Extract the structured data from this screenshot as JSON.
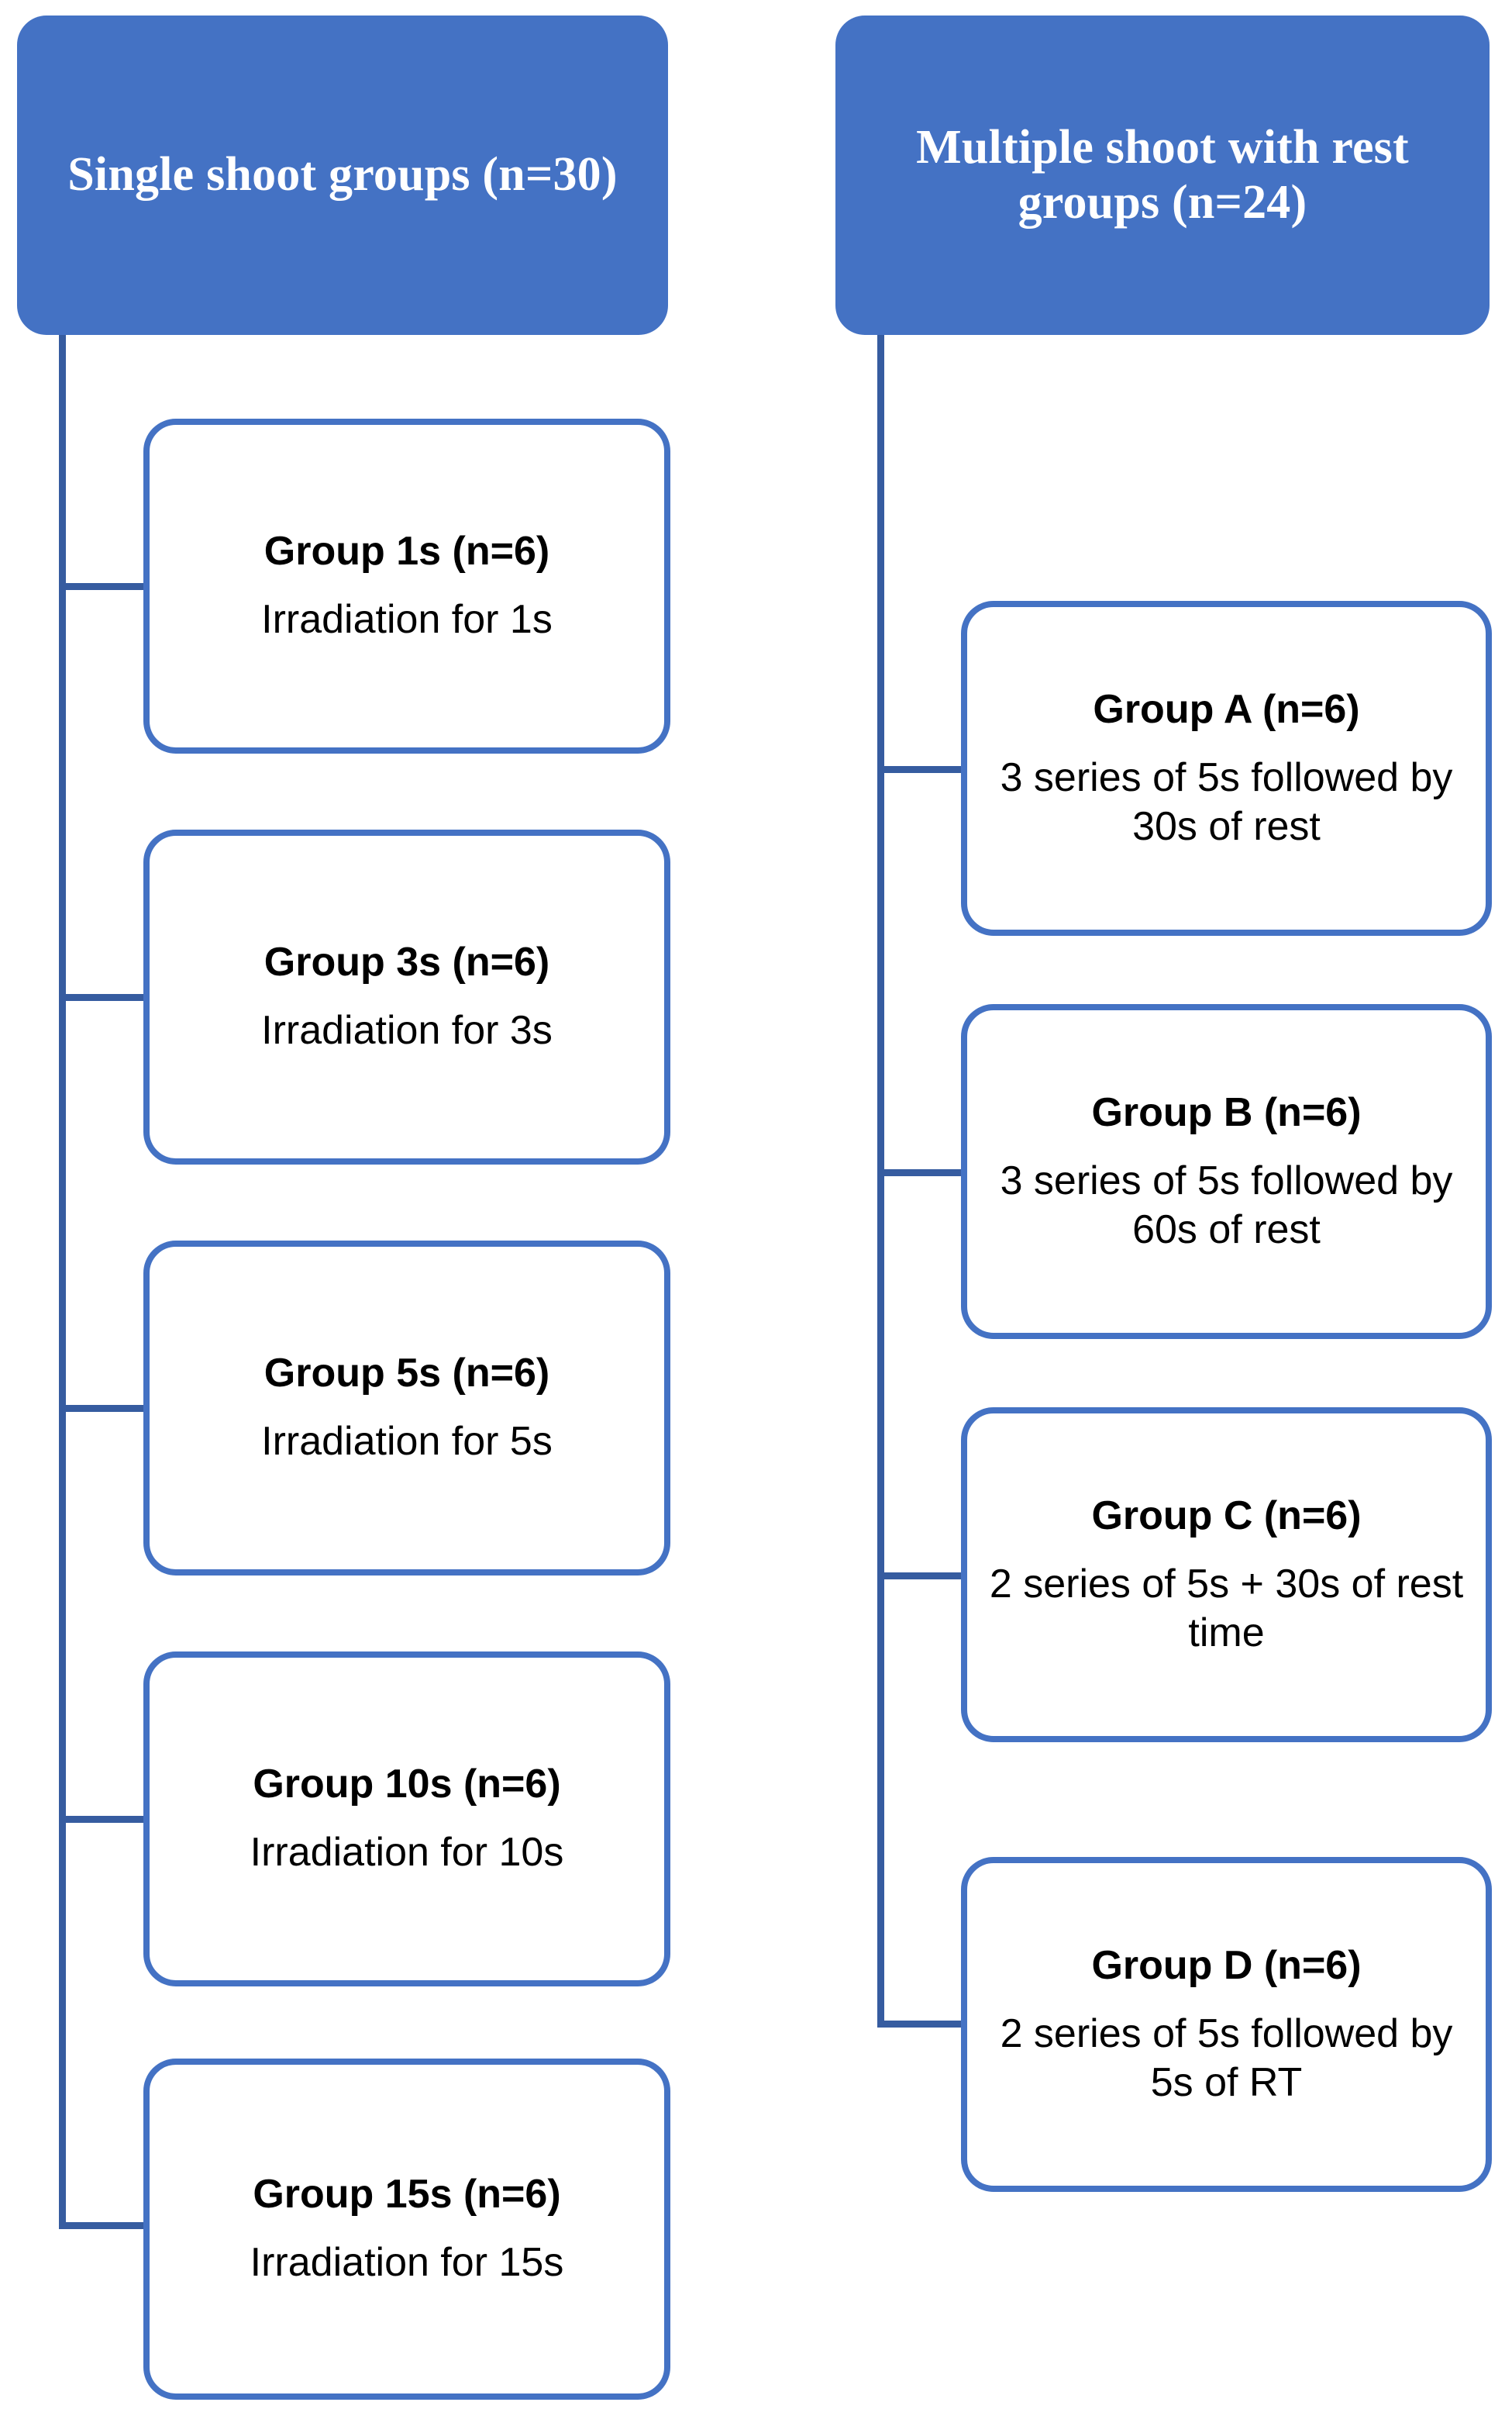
{
  "diagram": {
    "type": "flowchart",
    "title": "Study group allocation flowchart",
    "colors": {
      "header_fill": "#4472C4",
      "header_text": "#FFFFFF",
      "box_border": "#4472C4",
      "box_fill": "#FFFFFF",
      "box_text": "#000000",
      "connector": "#365CA0"
    },
    "branches": [
      {
        "id": "single-shoot",
        "header": "Single shoot groups (n=30)",
        "header_line1": "Single shoot groups",
        "header_line2": "(n=30)",
        "children": [
          {
            "title": "Group 1s (n=6)",
            "desc": "Irradiation for 1s"
          },
          {
            "title": "Group 3s (n=6)",
            "desc": "Irradiation for 3s"
          },
          {
            "title": "Group 5s (n=6)",
            "desc": "Irradiation for 5s"
          },
          {
            "title": "Group 10s (n=6)",
            "desc": "Irradiation for 10s"
          },
          {
            "title": "Group 15s (n=6)",
            "desc": "Irradiation for 15s"
          }
        ]
      },
      {
        "id": "multiple-shoot-rest",
        "header": "Multiple shoot with rest groups (n=24)",
        "header_line1": "Multiple shoot with",
        "header_line2": "rest groups (n=24)",
        "children": [
          {
            "title": "Group A (n=6)",
            "desc": "3 series of 5s followed by 30s of rest"
          },
          {
            "title": "Group B (n=6)",
            "desc": "3 series of 5s followed by 60s of rest"
          },
          {
            "title": "Group C (n=6)",
            "desc": "2 series of 5s + 30s of rest time"
          },
          {
            "title": "Group D (n=6)",
            "desc": "2 series of 5s followed by 5s of RT"
          }
        ]
      }
    ]
  }
}
